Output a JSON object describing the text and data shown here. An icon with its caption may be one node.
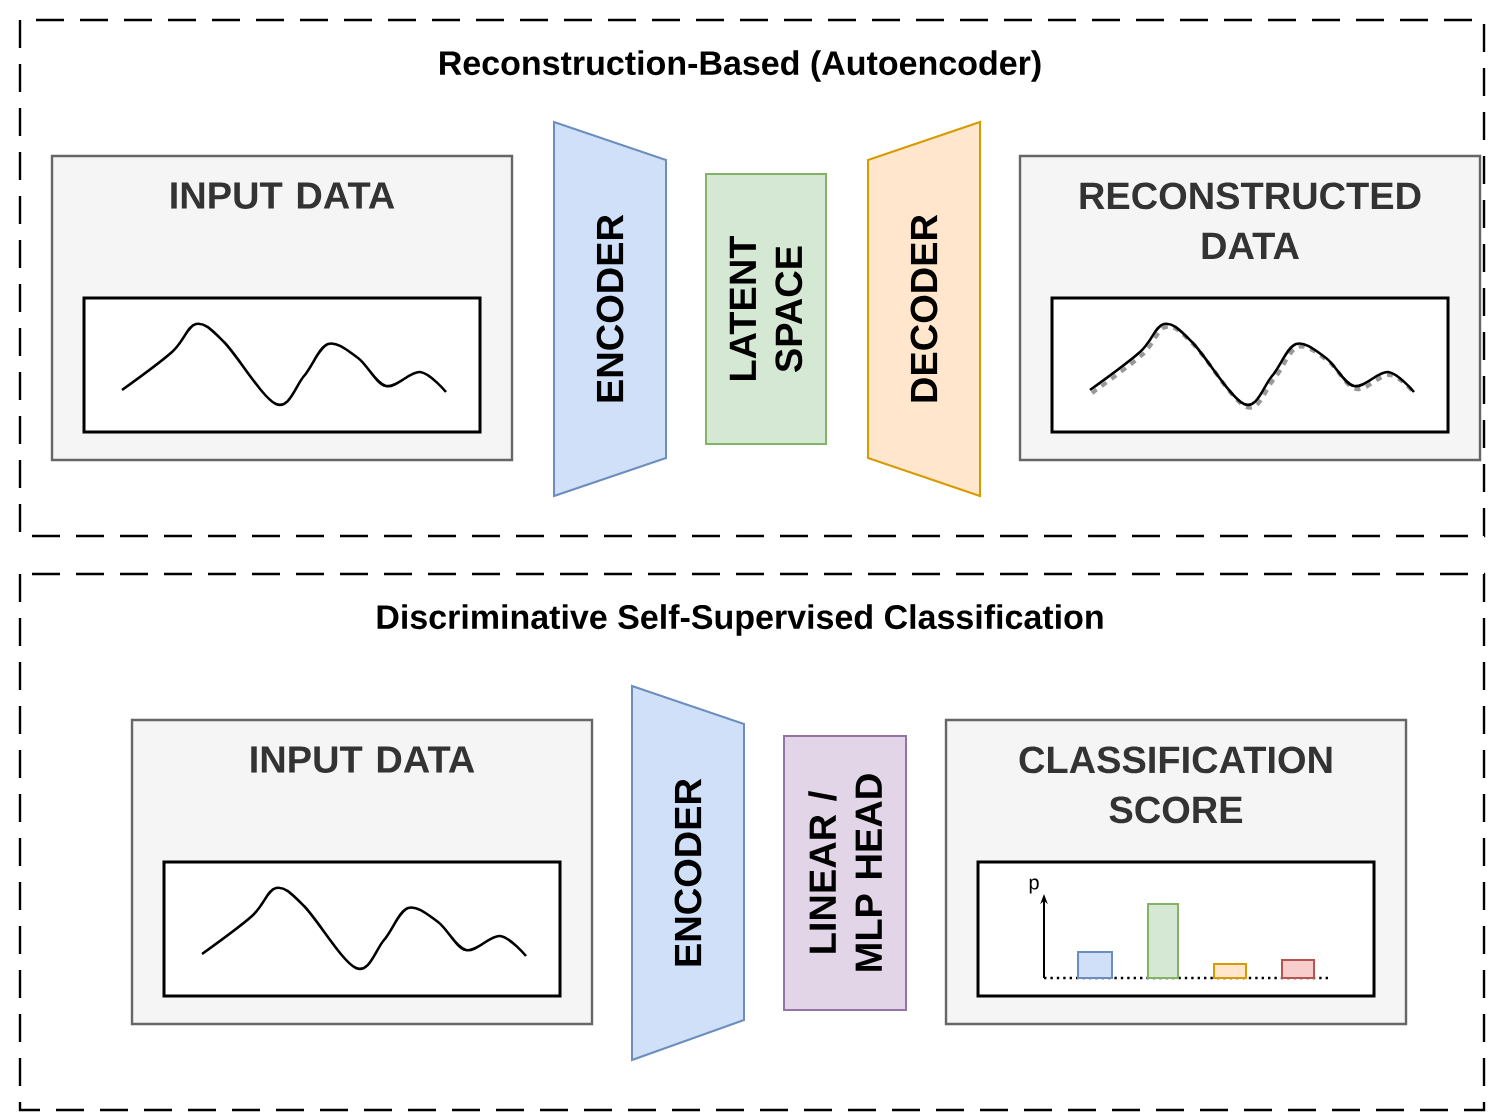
{
  "diagram": {
    "nodes": [
      {
        "text": [
          "Reconstruction-Based (Autoencoder)"
        ]
      },
      {
        "text": [
          "INPUT DATA"
        ],
        "in": 0
      },
      {
        "text": [
          "ENCODER"
        ],
        "in": 0
      },
      {
        "text": [
          "LATENT SPACE"
        ],
        "in": 0
      },
      {
        "text": [
          "DECODER"
        ],
        "in": 0
      },
      {
        "text": [
          "RECONSTRUCTED DATA"
        ],
        "in": 0
      },
      {
        "text": [
          "Discriminative Self-Supervised Classification"
        ]
      },
      {
        "text": [
          "INPUT DATA"
        ],
        "in": 6
      },
      {
        "text": [
          "ENCODER"
        ],
        "in": 6
      },
      {
        "text": [
          "LINEAR / MLP HEAD"
        ],
        "in": 6
      },
      {
        "text": [
          "CLASSIFICATION SCORE"
        ],
        "in": 6
      }
    ],
    "labels": [
      "p"
    ]
  }
}
